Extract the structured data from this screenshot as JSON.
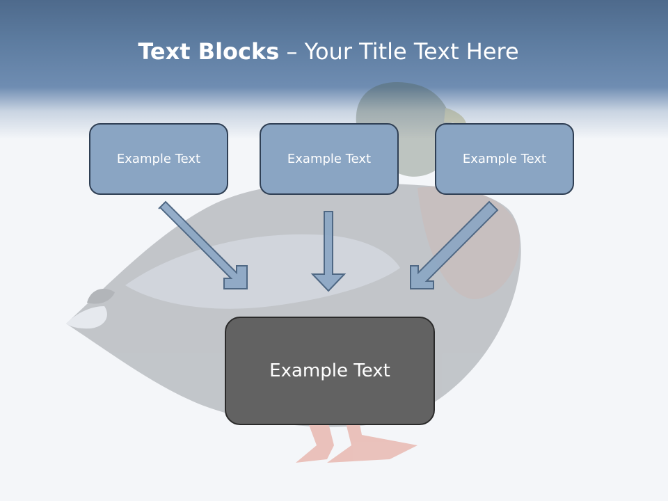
{
  "slide": {
    "title_bold": "Text Blocks",
    "title_dash": " – ",
    "title_rest": "Your Title Text Here"
  },
  "blocks": {
    "left": "Example Text",
    "middle": "Example Text",
    "right": "Example Text",
    "center": "Example Text"
  },
  "icons": {
    "background": "duck-photo",
    "connector": "down-arrow-icon"
  },
  "colors": {
    "header_band": "#5d7ca0",
    "block_fill": "#8aa5c3",
    "block_border": "#2f3f54",
    "center_fill": "#626262",
    "arrow_fill": "#8aa5c3",
    "page_background": "#f4f6f9"
  }
}
